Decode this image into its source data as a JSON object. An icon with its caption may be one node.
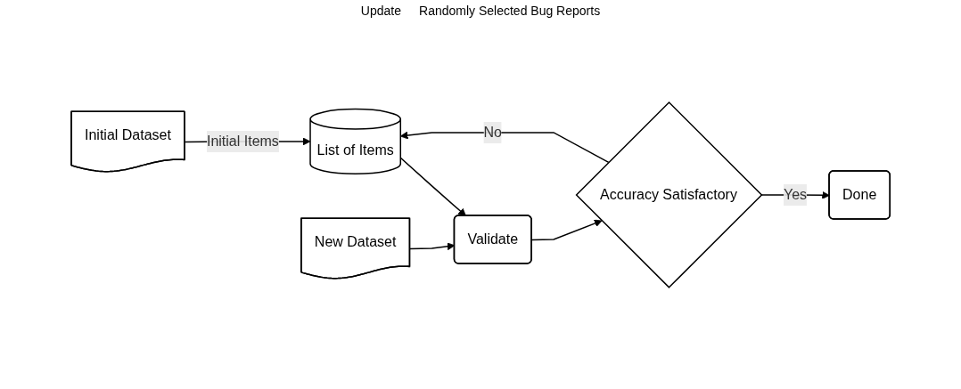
{
  "diagram": {
    "nodes": [
      {
        "text": [
          "Initial Dataset"
        ]
      },
      {
        "text": [
          "List of Items"
        ]
      },
      {
        "text": [
          "Validate"
        ]
      },
      {
        "text": [
          "New Dataset"
        ]
      },
      {
        "text": [
          "Accuracy Satisfactory"
        ]
      },
      {
        "text": [
          "Done"
        ]
      }
    ],
    "edges": [
      {
        "from": 0,
        "to": 1,
        "arrow": "to",
        "label": "Initial Items"
      },
      {
        "from": 1,
        "to": 2,
        "arrow": "to"
      },
      {
        "from": 3,
        "to": 2,
        "arrow": "to"
      },
      {
        "from": 2,
        "to": 4,
        "arrow": "to"
      },
      {
        "from": 4,
        "to": 5,
        "arrow": "to",
        "label": "Yes"
      },
      {
        "from": 4,
        "to": 1,
        "arrow": "to",
        "label": "No"
      }
    ],
    "labels": [
      "Update",
      "Randomly Selected Bug Reports"
    ]
  }
}
